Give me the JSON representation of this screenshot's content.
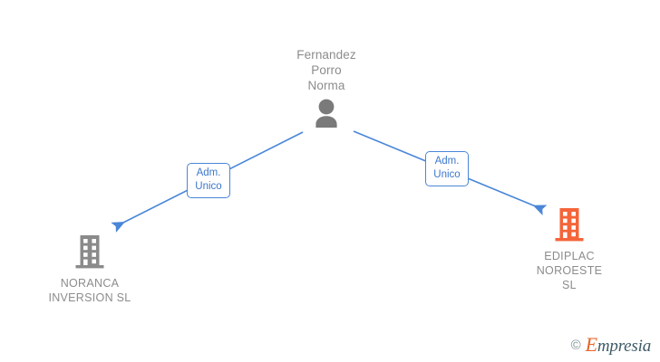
{
  "diagram": {
    "type": "org-relationship-graph",
    "background": "#ffffff",
    "colors": {
      "edge": "#4a86d9",
      "label_border": "#4a86d9",
      "label_text": "#3b78cc",
      "node_text": "#8c8c8c",
      "person_icon": "#7a7a7a",
      "company_icon_gray": "#8a8a8a",
      "company_icon_orange": "#f4653a"
    },
    "person": {
      "name": "Fernandez\nPorro\nNorma",
      "icon": "person-icon"
    },
    "companies": [
      {
        "name": "NORANCA\nINVERSION  SL",
        "icon": "building-icon",
        "icon_color": "#8a8a8a",
        "side": "left"
      },
      {
        "name": "EDIPLAC\nNOROESTE\nSL",
        "icon": "building-icon",
        "icon_color": "#f4653a",
        "side": "right"
      }
    ],
    "edges": [
      {
        "from": "Fernandez Porro Norma",
        "to": "NORANCA INVERSION  SL",
        "label_line1": "Adm.",
        "label_line2": "Unico"
      },
      {
        "from": "Fernandez Porro Norma",
        "to": "EDIPLAC NOROESTE SL",
        "label_line1": "Adm.",
        "label_line2": "Unico"
      }
    ]
  },
  "watermark": {
    "copyright": "©",
    "brand_initial": "E",
    "brand_rest": "mpresia"
  }
}
